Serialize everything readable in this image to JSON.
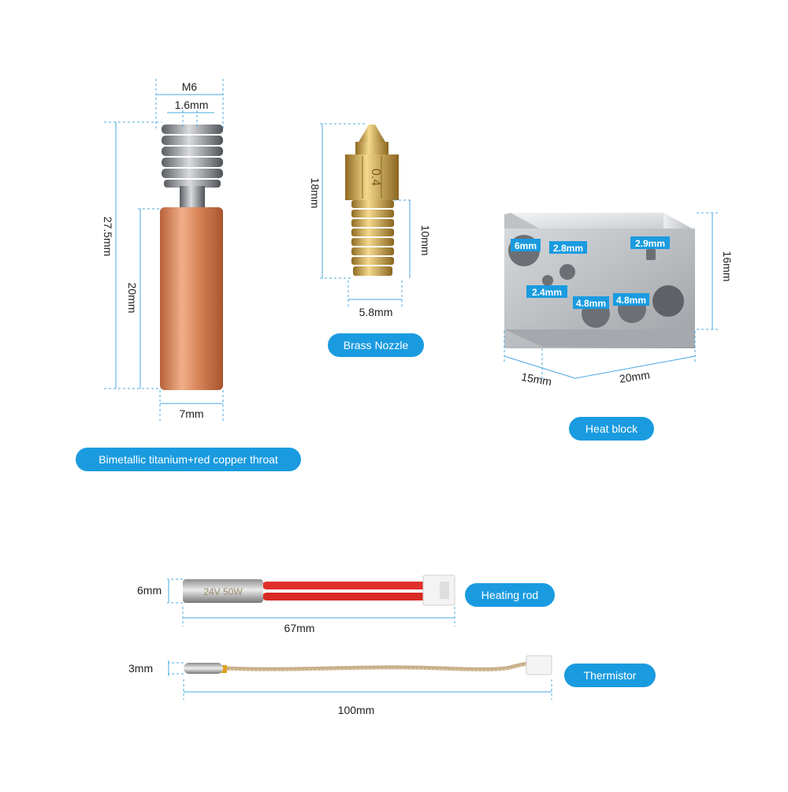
{
  "throat": {
    "label": "Bimetallic titanium+red copper throat",
    "dim_thread": "M6",
    "dim_bore": "1.6mm",
    "dim_total": "27.5mm",
    "dim_copper": "20mm",
    "dim_width": "7mm"
  },
  "nozzle": {
    "label": "Brass Nozzle",
    "marking": "0.4",
    "dim_total": "18mm",
    "dim_thread": "10mm",
    "dim_width": "5.8mm"
  },
  "heat_block": {
    "label": "Heat block",
    "dim_height": "16mm",
    "dim_depth": "15mm",
    "dim_width": "20mm",
    "hole_labels": [
      "6mm",
      "2.8mm",
      "2.4mm",
      "4.8mm",
      "4.8mm",
      "2.9mm"
    ]
  },
  "heating_rod": {
    "label": "Heating rod",
    "marking": "24V 50W",
    "dim_diameter": "6mm",
    "dim_length": "67mm"
  },
  "thermistor": {
    "label": "Thermistor",
    "dim_diameter": "3mm",
    "dim_length": "100mm"
  },
  "colors": {
    "accent": "#1a9be0",
    "copper": "#d9855a",
    "brass": "#c8a14a",
    "steel": "#b9bcc0",
    "wire_red": "#e0302a"
  }
}
